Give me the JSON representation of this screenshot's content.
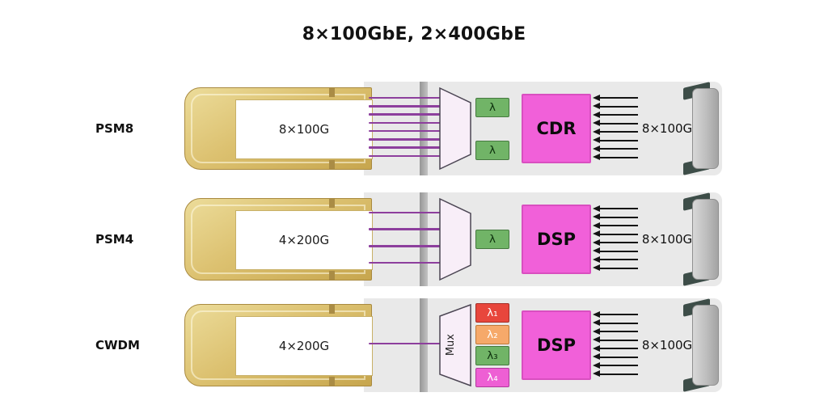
{
  "title": "8×100GbE, 2×400GbE",
  "colors": {
    "fiber": "#8d3f9d",
    "chip_bg": "#f160d9",
    "chip_border": "#d94fc0",
    "arrow": "#141414",
    "trapezoid_fill": "#f8eef8"
  },
  "rows": [
    {
      "label": "PSM8",
      "plug_label": "8×100G",
      "fiber_count": 8,
      "lambdas": [
        {
          "label": "λ",
          "bg": "#71b467",
          "border": "#45793f",
          "fg": "#0b2e0b"
        },
        {
          "label": "λ",
          "bg": "#71b467",
          "border": "#45793f",
          "fg": "#0b2e0b"
        }
      ],
      "mux_label": "",
      "chip_label": "CDR",
      "arrow_count": 8,
      "right_label": "8×100G"
    },
    {
      "label": "PSM4",
      "plug_label": "4×200G",
      "fiber_count": 4,
      "lambdas": [
        {
          "label": "λ",
          "bg": "#71b467",
          "border": "#45793f",
          "fg": "#0b2e0b"
        }
      ],
      "mux_label": "",
      "chip_label": "DSP",
      "arrow_count": 8,
      "right_label": "8×100G"
    },
    {
      "label": "CWDM",
      "plug_label": "4×200G",
      "fiber_count": 1,
      "lambdas": [
        {
          "label": "λ₁",
          "bg": "#e8463c",
          "border": "#a32e27",
          "fg": "#ffffff"
        },
        {
          "label": "λ₂",
          "bg": "#f6a96a",
          "border": "#bf7a3a",
          "fg": "#ffffff"
        },
        {
          "label": "λ₃",
          "bg": "#71b467",
          "border": "#45793f",
          "fg": "#0b2e0b"
        },
        {
          "label": "λ₄",
          "bg": "#ee5fd4",
          "border": "#b03a9c",
          "fg": "#ffffff"
        }
      ],
      "mux_label": "Mux",
      "chip_label": "DSP",
      "arrow_count": 8,
      "right_label": "8×100G"
    }
  ]
}
